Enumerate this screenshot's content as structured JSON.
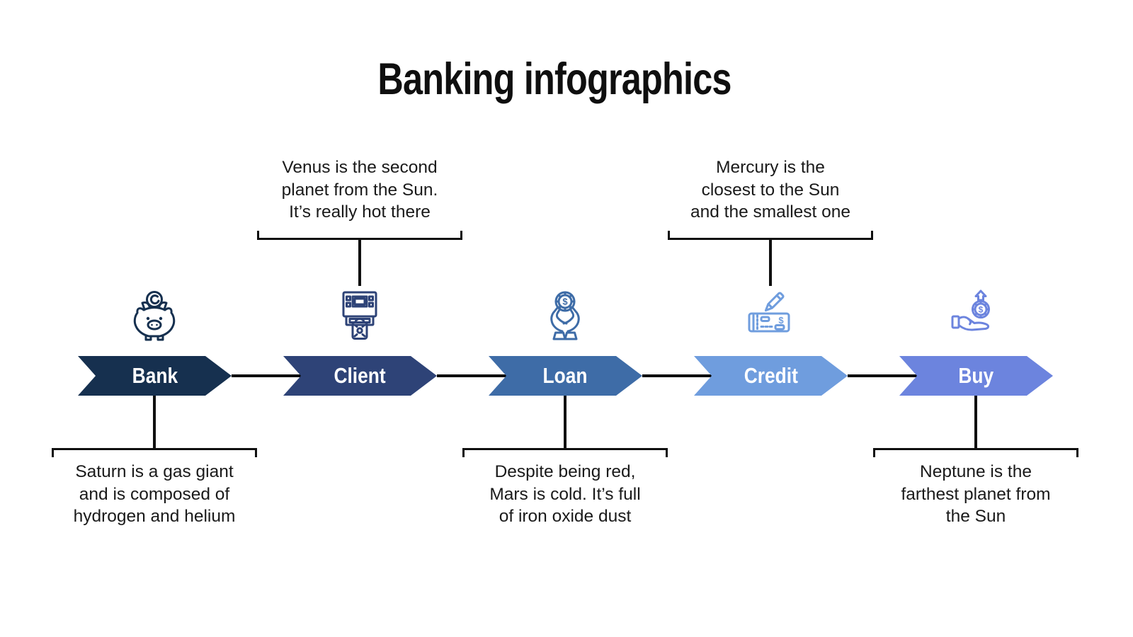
{
  "title": "Banking infographics",
  "colors": {
    "bank": "#16304f",
    "client": "#2e4377",
    "loan": "#3e6ca7",
    "credit": "#6f9dde",
    "buy": "#6c84de",
    "connector": "#050505",
    "text": "#1a1a1a"
  },
  "steps": [
    {
      "id": "bank",
      "label": "Bank",
      "color": "#16304f",
      "icon": "piggy-bank-icon",
      "callout_position": "below",
      "callout_lines": [
        "Saturn is a gas giant",
        "and is composed of",
        "hydrogen and helium"
      ]
    },
    {
      "id": "client",
      "label": "Client",
      "color": "#2e4377",
      "icon": "atm-icon",
      "callout_position": "above",
      "callout_lines": [
        "Venus is the second",
        "planet from the Sun.",
        "It’s really hot there"
      ]
    },
    {
      "id": "loan",
      "label": "Loan",
      "color": "#3e6ca7",
      "icon": "hands-holding-coin-icon",
      "callout_position": "below",
      "callout_lines": [
        "Despite being red,",
        "Mars is cold. It’s full",
        "of iron oxide dust"
      ]
    },
    {
      "id": "credit",
      "label": "Credit",
      "color": "#6f9dde",
      "icon": "cheque-pen-icon",
      "callout_position": "above",
      "callout_lines": [
        "Mercury is the",
        "closest to the Sun",
        "and the smallest one"
      ]
    },
    {
      "id": "buy",
      "label": "Buy",
      "color": "#6c84de",
      "icon": "hand-coin-arrow-icon",
      "callout_position": "below",
      "callout_lines": [
        "Neptune is the",
        "farthest planet from",
        "the Sun"
      ]
    }
  ]
}
